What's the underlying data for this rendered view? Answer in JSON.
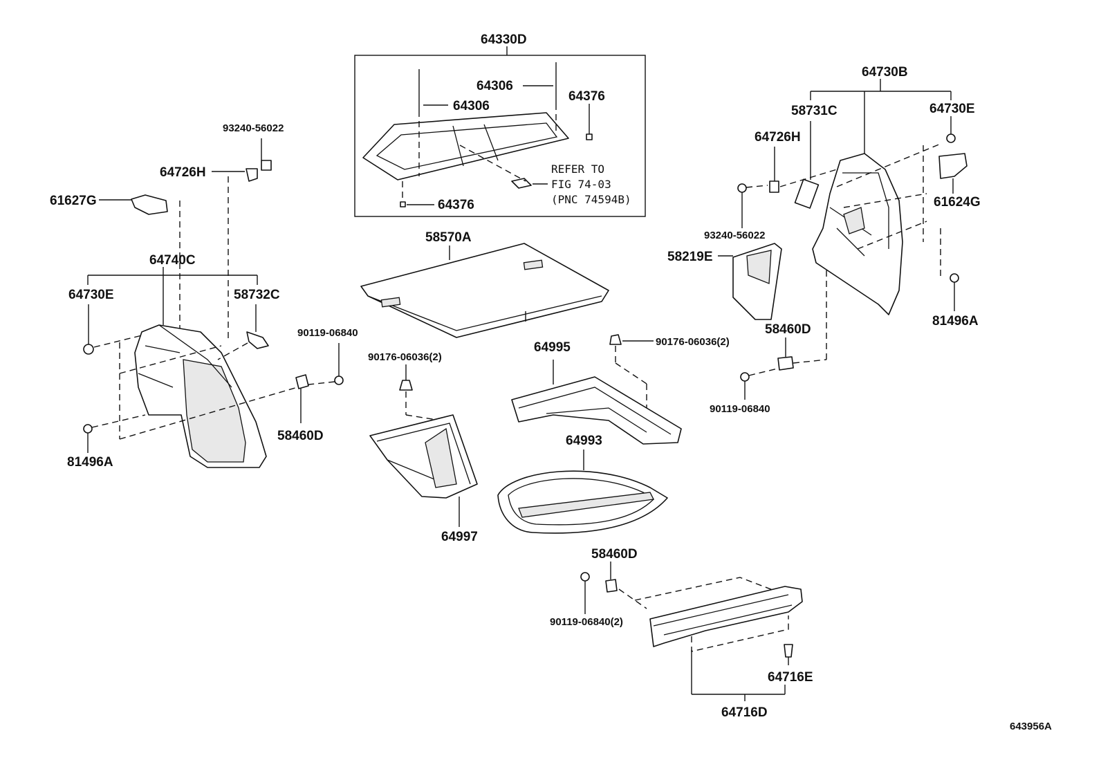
{
  "figure_code": "643956A",
  "labels": {
    "p64330D": "64330D",
    "p64306a": "64306",
    "p64306b": "64306",
    "p64376a": "64376",
    "p64376b": "64376",
    "refer1": "REFER TO",
    "refer2": "FIG 74-03",
    "refer3": "(PNC 74594B)",
    "p93240_l": "93240-56022",
    "p64726H_l": "64726H",
    "p61627G": "61627G",
    "p64740C": "64740C",
    "p64730E_l": "64730E",
    "p58732C": "58732C",
    "p81496A_l": "81496A",
    "p90119_c": "90119-06840",
    "p58460D_c": "58460D",
    "p58570A": "58570A",
    "p90176_l": "90176-06036(2)",
    "p64997": "64997",
    "p64995": "64995",
    "p90176_r": "90176-06036(2)",
    "p64993": "64993",
    "p64730B": "64730B",
    "p58731C": "58731C",
    "p64730E_r": "64730E",
    "p64726H_r": "64726H",
    "p61624G": "61624G",
    "p93240_r": "93240-56022",
    "p58219E": "58219E",
    "p81496A_r": "81496A",
    "p58460D_r": "58460D",
    "p90119_r": "90119-06840",
    "p58460D_b": "58460D",
    "p90119_b": "90119-06840(2)",
    "p64716E": "64716E",
    "p64716D": "64716D"
  }
}
